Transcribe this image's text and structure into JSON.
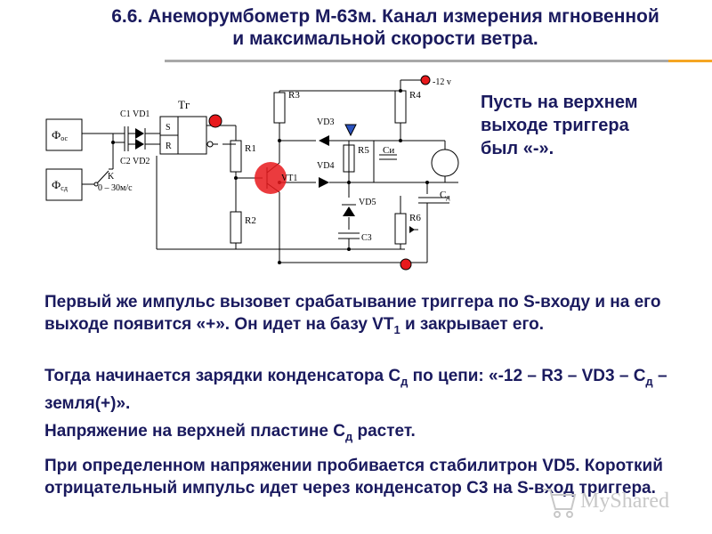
{
  "header": {
    "title_line1": "6.6. Анеморумбометр М-63м. Канал измерения мгновенной",
    "title_line2": "и максимальной скорости ветра."
  },
  "note": {
    "line1": "Пусть на верхнем",
    "line2": "выходе триггера",
    "line3": "был «-»."
  },
  "circuit": {
    "box_os_base": "Ф",
    "box_os_sub": "ос",
    "box_sd_base": "Ф",
    "box_sd_sub": "сд",
    "label_c1_vd1": "C1 VD1",
    "label_c2_vd2": "C2 VD2",
    "label_k": "K",
    "label_range": "0 – 30м/с",
    "label_tg": "Тг",
    "label_s": "S",
    "label_r": "R",
    "label_r1": "R1",
    "label_r2": "R2",
    "label_r3": "R3",
    "label_r4": "R4",
    "label_r5": "R5",
    "label_r6": "R6",
    "label_vt1": "VT1",
    "label_vd3": "VD3",
    "label_vd4": "VD4",
    "label_vd5": "VD5",
    "label_c3": "C3",
    "label_ci": "Си",
    "label_cd_base": "С",
    "label_cd_sub": "д",
    "label_supply": "-12 v"
  },
  "body": {
    "p1_text": "Первый же импульс вызовет срабатывание триггера по S-входу и на его выходе появится  «+». Он идет на базу VT",
    "p1_sub": "1",
    "p1_end": " и закрывает его.",
    "p2_a": "Тогда начинается зарядки конденсатора С",
    "p2_sub": "д",
    "p2_b": " по цепи: «-12 – R3 – VD3 – С",
    "p2_sub2": "д",
    "p2_c": " – земля(+)».",
    "p3_a": "Напряжение на верхней пластине С",
    "p3_sub": "д",
    "p3_b": " растет.",
    "p4_text": "При определенном напряжении пробивается стабилитрон VD5. Короткий отрицательный импульс идет через конденсатор С3 на S-вход триггера."
  },
  "watermark": {
    "text": "MyShared"
  },
  "colors": {
    "text": "#1a1a5e",
    "red": "#e8191c",
    "accent": "#f5a623"
  }
}
